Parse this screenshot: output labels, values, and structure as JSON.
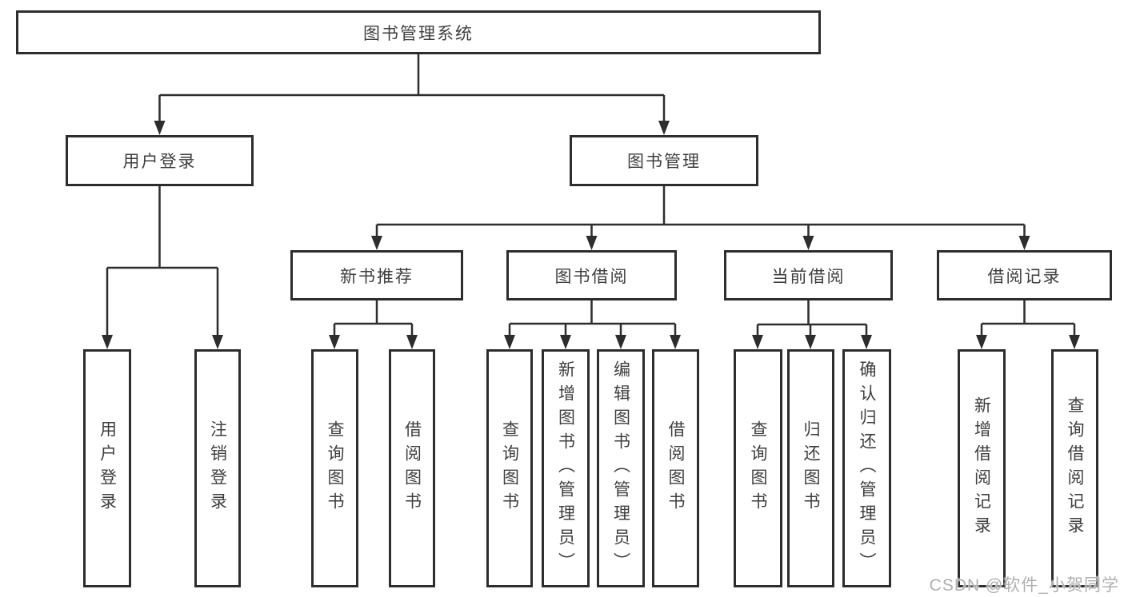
{
  "title": "图书管理系统",
  "watermark": "CSDN @软件_小贺同学",
  "colors": {
    "line": "#2d2d2d",
    "box_border": "#2d2d2d",
    "box_background": "#ffffff",
    "text": "#3e3e3e",
    "watermark_text": "#b0b0b0"
  },
  "tree": {
    "root": "图书管理系统",
    "branches": [
      {
        "label": "用户登录",
        "children": [
          "用户登录",
          "注销登录"
        ]
      },
      {
        "label": "图书管理",
        "children": [
          {
            "label": "新书推荐",
            "children": [
              "查询图书",
              "借阅图书"
            ]
          },
          {
            "label": "图书借阅",
            "children": [
              "查询图书",
              "新增图书（管理员）",
              "编辑图书（管理员）",
              "借阅图书"
            ]
          },
          {
            "label": "当前借阅",
            "children": [
              "查询图书",
              "归还图书",
              "确认归还（管理员）"
            ]
          },
          {
            "label": "借阅记录",
            "children": [
              "新增借阅记录",
              "查询借阅记录"
            ]
          }
        ]
      }
    ]
  }
}
